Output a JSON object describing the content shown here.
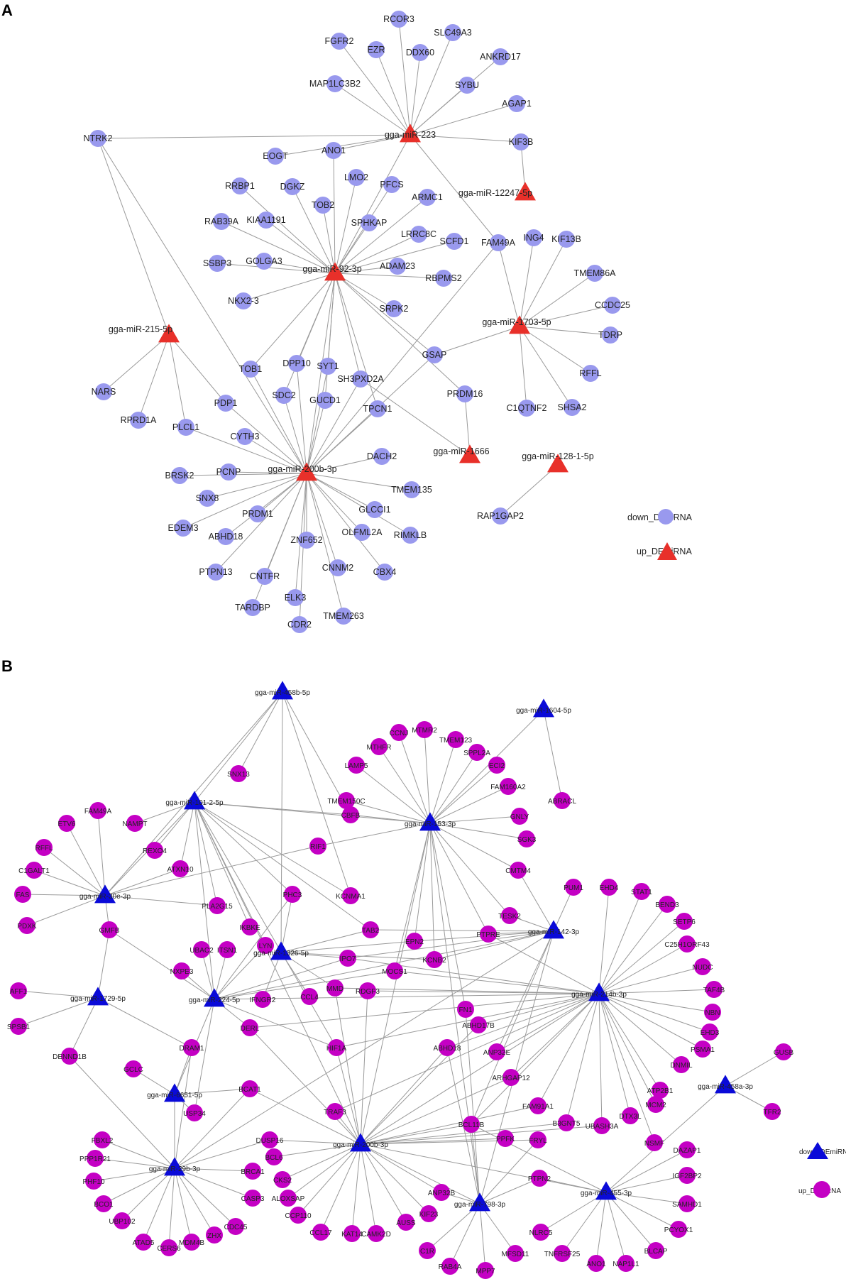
{
  "panels": [
    {
      "letter": "A",
      "colors": {
        "mrna": "#9999ee",
        "mirna": "#e8302a"
      },
      "legend": {
        "down": "down_DEmRNA",
        "up": "up_DEmiRNA"
      },
      "mirnas": [
        "gga-miR-223",
        "gga-miR-12247-5p",
        "gga-miR-92-3p",
        "gga-miR-215-5p",
        "gga-miR-1703-5p",
        "gga-miR-200b-3p",
        "gga-miR-1666",
        "gga-miR-128-1-5p"
      ],
      "mrnas": [
        "RCOR3",
        "FGFR2",
        "EZR",
        "SLC49A3",
        "DDX60",
        "ANKRD17",
        "MAP1LC3B2",
        "SYBU",
        "AGAP1",
        "NTRK2",
        "EOGT",
        "ANO1",
        "KIF3B",
        "RRBP1",
        "DGKZ",
        "LMO2",
        "PFCS",
        "TOB2",
        "ARMC1",
        "KIAA1191",
        "SPHKAP",
        "RAB39A",
        "LRRC8C",
        "SCFD1",
        "SSBP3",
        "GOLGA3",
        "FAM49A",
        "ING4",
        "KIF13B",
        "ADAM23",
        "RBPMS2",
        "TMEM86A",
        "NKX2-3",
        "CCDC25",
        "SRPK2",
        "TDRP",
        "GSAP",
        "RFFL",
        "TOB1",
        "DPP10",
        "SYT1",
        "SH3PXD2A",
        "NARS",
        "PDP1",
        "SDC2",
        "GUCD1",
        "PRDM16",
        "C1QTNF2",
        "SHSA2",
        "RPRD1A",
        "PLCL1",
        "TPCN1",
        "CYTH3",
        "DACH2",
        "BRSK2",
        "PCNP",
        "SNX8",
        "TMEM135",
        "RAP1GAP2",
        "PRDM1",
        "GLCCI1",
        "EDEM3",
        "ABHD18",
        "OLFML2A",
        "RIMKLB",
        "ZNF652",
        "PTPN13",
        "CNTFR",
        "CNNM2",
        "CBX4",
        "ELK3",
        "TARDBP",
        "TMEM263",
        "CDR2"
      ]
    },
    {
      "letter": "B",
      "colors": {
        "mrna": "#c400c4",
        "mirna": "#0a0ad8"
      },
      "legend": {
        "down": "down_DEmiRNA",
        "up": "up_DEmRNA"
      },
      "mirnas": [
        "gga-miR-458b-5p",
        "gga-miR-1604-5p",
        "gga-miR-101-2-5p",
        "gga-miR-153-3p",
        "gga-miR-30e-3p",
        "gga-miR-142-3p",
        "gga-miR-1326-5p",
        "gga-miR-1729-5p",
        "gga-miR-224-5p",
        "gga-miR-214b-3p",
        "gga-miR-6651-5p",
        "gga-miR-458a-3p",
        "gga-miR-29b-3p",
        "gga-miR-200b-3p",
        "gga-miR-798-3p",
        "gga-miR-455-3p"
      ],
      "mrnas": [
        "SNX13",
        "ABRACL",
        "CCNJ",
        "MTMR2",
        "MTHFR",
        "TMEM123",
        "SPPL2A",
        "LAMP5",
        "ECI2",
        "FAM160A2",
        "TMEM150C",
        "FAM49A",
        "ETV6",
        "NAMPT",
        "CBFB",
        "GNLY",
        "SGK3",
        "RFFL",
        "RIF1",
        "C1GALT1",
        "REXO4",
        "ATXN10",
        "CMTM4",
        "PUM1",
        "EHD4",
        "STAT1",
        "FAS",
        "KCNMA1",
        "PHC3",
        "BEND3",
        "TESK2",
        "SETP6",
        "PLA2G15",
        "PTPRE",
        "IKBKE",
        "C25H1ORF43",
        "PDXK",
        "TAB2",
        "GMFB",
        "LYN",
        "EPN2",
        "UBAC2",
        "ITSN1",
        "NUDC",
        "IPO7",
        "KCNB2",
        "TAF4B",
        "NXPE3",
        "MOCS1",
        "AFF1",
        "NBN",
        "RDGF3",
        "MMD",
        "IFNGR2",
        "CCL4",
        "EHD3",
        "SPSB1",
        "FN1",
        "PSMA1",
        "ABHD17B",
        "DERL",
        "DNMIL",
        "DRAM1",
        "ABHD18",
        "ANP32E",
        "DENND1B",
        "HIF1A",
        "ATP2B1",
        "ARHGAP12",
        "GCLC",
        "MCM2",
        "GUSB",
        "FAM91A1",
        "DTX3L",
        "B3GNT5",
        "UBASH3A",
        "BCAT1",
        "NSMF",
        "TRAF3",
        "USP34",
        "TFR2",
        "BCL11B",
        "DAZAP1",
        "DUSP16",
        "FBXL2",
        "PPFK",
        "FRYL",
        "PPP1R21",
        "BCL6",
        "IGF2BP2",
        "PHF10",
        "CKS2",
        "BRCA1",
        "PTPN2",
        "ALOXSAP",
        "SAMHD1",
        "BCO1",
        "ANP32B",
        "CASP3",
        "UBP102",
        "CCP110",
        "PCYOX1",
        "KIF23",
        "ATAD5",
        "CCL17",
        "AUSS",
        "C1R",
        "CDC45",
        "ZHX",
        "KAT14",
        "CAMK2D",
        "NLRC5",
        "BLCAP",
        "MDM4B",
        "CERS6",
        "TNFRSF25",
        "ANO1",
        "NAP1L1",
        "MFSD11",
        "RAB4A",
        "MPP7"
      ]
    }
  ]
}
